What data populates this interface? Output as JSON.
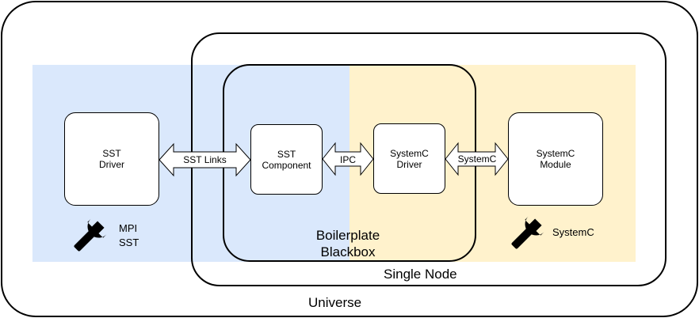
{
  "diagram": {
    "regions": {
      "universe_label": "Universe",
      "single_node_label": "Single Node",
      "boilerplate_label": "Boilerplate\nBlackbox"
    },
    "boxes": {
      "sst_driver": "SST\nDriver",
      "sst_component": "SST\nComponent",
      "systemc_driver": "SystemC\nDriver",
      "systemc_module": "SystemC\nModule"
    },
    "links": {
      "sst_links": "SST Links",
      "ipc": "IPC",
      "systemc": "SystemC"
    },
    "tools": {
      "left_label": "MPI\nSST",
      "right_label": "SystemC"
    },
    "colors": {
      "blue_region": "#dae8fc",
      "yellow_region": "#fff2cc",
      "stroke": "#000000"
    },
    "icons": {
      "tool_icon": "wrench-icon"
    }
  }
}
